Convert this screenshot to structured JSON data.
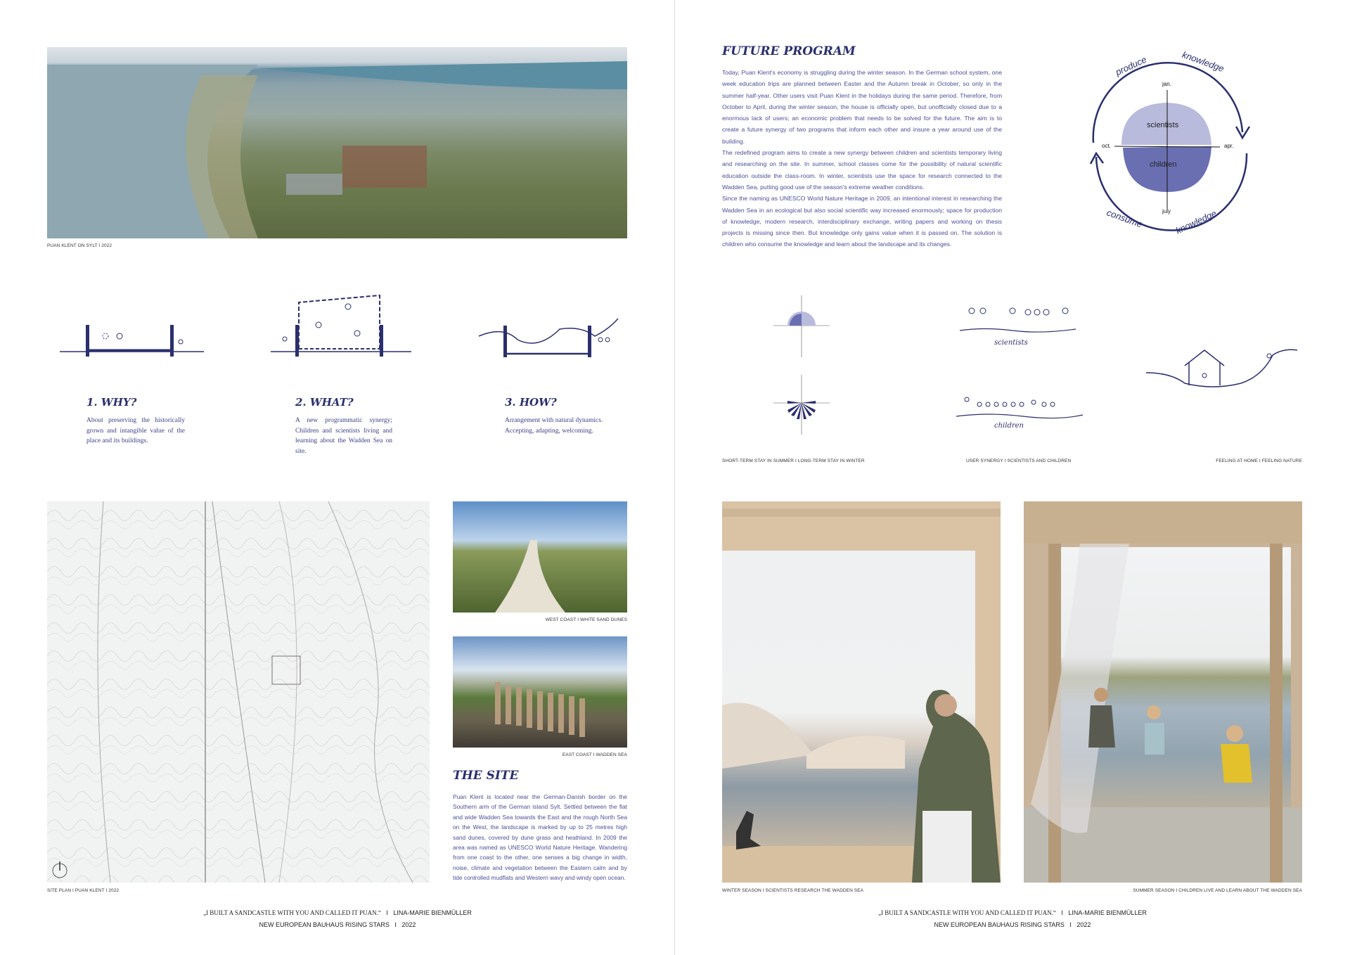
{
  "left_page": {
    "aerial_caption": "PUAN KLENT ON SYLT  I  2022",
    "sections": [
      {
        "title": "1. WHY?",
        "text": "About preserving the historically grown and intangible value of the place and its buildings."
      },
      {
        "title": "2. WHAT?",
        "text": "A new programmatic synergy; Children and scientists living and learning about the Wadden Sea on site."
      },
      {
        "title": "3. HOW?",
        "text": "Arrangement with natural dynamics. Accepting, adapting, welcoming."
      }
    ],
    "site_plan_caption": "SITE PLAN  I  PUAN KLENT  I  2022",
    "west_caption": "WEST COAST  I  WHITE SAND DUNES",
    "east_caption": "EAST COAST  I  WADDEN SEA",
    "site_title": "THE SITE",
    "site_text": "Puan Klent is located near the German-Danish border on the Southern arm of the German island Sylt. Settled between the flat and wide Wadden Sea towards the East and the rough North Sea on the West, the landscape is marked by up to 25 metres high sand dunes, covered by dune grass and heathland. In 2009 the area was named as UNESCO World Nature Heritage. Wandering from one coast to the other, one senses a big change in width, noise, climate and vegetation between the Eastern calm and by tide controlled mudflats and Western wavy and windy open ocean.",
    "footer": {
      "quote": "„I BUILT A SANDCASTLE WITH YOU AND CALLED IT PUAN.“",
      "author": "LINA-MARIE BIENMÜLLER",
      "line2": "NEW EUROPEAN BAUHAUS RISING STARS   I   2022"
    }
  },
  "right_page": {
    "title": "FUTURE PROGRAM",
    "paragraphs": [
      "Today, Puan Klent's economy is struggling during the winter season. In the German school system, one week education trips are planned between Easter and the Autumn break in October, so only in the summer half-year. Other users visit Puan Klent in the holidays during the same period. Therefore, from October to April, during the winter season, the house is officially open, but unofficially closed due to a enormous lack of users; an economic problem that needs to be solved for the future. The aim is to create a future synergy of two programs that inform each other and insure a year around use of the building.",
      "The redefined program aims to create a new synergy between children and scientists temporary living and researching on the site. In summer, school classes come for the possibility of natural scientific education outside the class-room. In winter, scientists use the space for research connected to the Wadden Sea, putting good use of the season's extreme weather conditions.",
      "Since the naming as UNESCO World Nature Heritage in 2009, an intentional interest in researching the Wadden Sea in an ecological but also social scientific way increased enormously; space for production of knowledge, modern research, interdisciplinary exchange, writing papers and working on thesis projects is missing since then. But knowledge only gains value when it is passed on. The solution is children who consume the knowledge and learn about the landscape and its changes."
    ],
    "cycle": {
      "top_left": "produce",
      "top_right": "knowledge",
      "bottom_left": "consume",
      "bottom_right": "knowledge",
      "jan": "jan.",
      "apr": "apr.",
      "july": "july",
      "oct": "oct.",
      "upper": "scientists",
      "lower": "children"
    },
    "diagram_labels": {
      "scientists": "scientists",
      "children": "children"
    },
    "captions": [
      "SHORT-TERM STAY IN SUMMER  I  LONG-TERM STAY IN WINTER",
      "USER SYNERGY  I  SCIENTISTS AND CHILDREN",
      "FEELING AT HOME  I  FEELING NATURE"
    ],
    "winter_caption": "WINTER SEASON  I  SCIENTISTS RESEARCH THE WADDEN SEA",
    "summer_caption": "SUMMER SEASON  I  CHILDREN LIVE AND LEARN ABOUT THE WADDEN SEA",
    "footer": {
      "quote": "„I BUILT A SANDCASTLE WITH YOU AND CALLED IT PUAN.“",
      "author": "LINA-MARIE BIENMÜLLER",
      "line2": "NEW EUROPEAN BAUHAUS RISING STARS   I   2022"
    }
  },
  "colors": {
    "ink": "#2a2f6e",
    "light_purple": "#b9bbdc",
    "mid_purple": "#6a6fb2"
  }
}
